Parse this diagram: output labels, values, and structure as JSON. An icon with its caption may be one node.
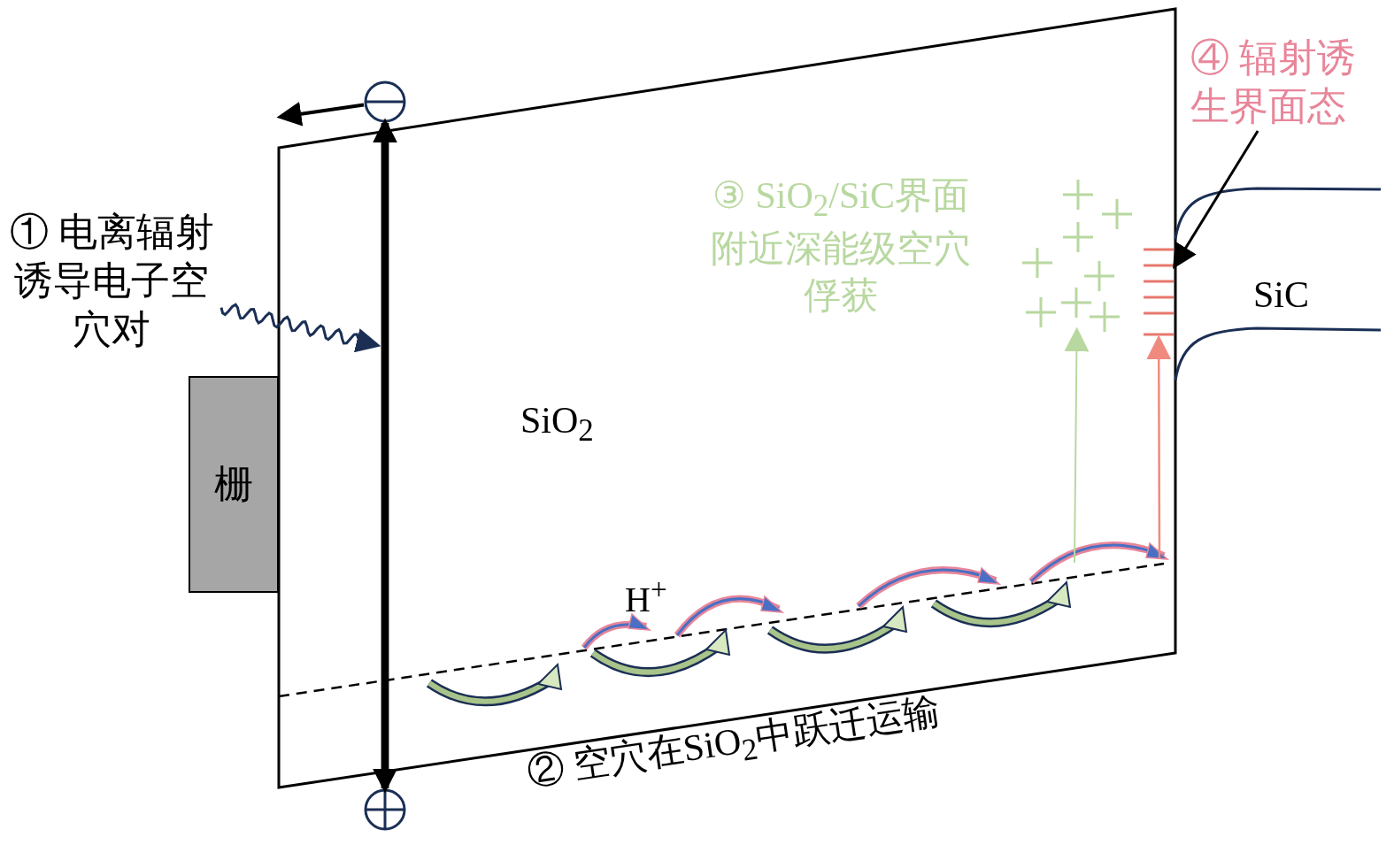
{
  "diagram": {
    "nodes": [
      {
        "text": [
          "① 电离辐射诱导电子空穴对"
        ]
      },
      {
        "text": [
          "栅"
        ]
      },
      {
        "text": [],
        "shape": "circle"
      },
      {
        "text": [],
        "shape": "circle"
      },
      {
        "text": [
          "③ SiO$_{2}$/SiC界面附近深能级空穴俘获"
        ]
      },
      {
        "text": [],
        "shape": "picture"
      },
      {
        "text": [],
        "shape": "picture"
      },
      {
        "text": [
          "④ 辐射诱生界面态"
        ]
      }
    ],
    "edges": [
      {
        "from": 0,
        "to": null,
        "arrow": "to",
        "color": "#1b2f55"
      },
      {
        "from": 2,
        "to": null,
        "arrow": "to"
      },
      {
        "from": 2,
        "to": 3,
        "arrow": "both",
        "style": "thick"
      },
      {
        "from": null,
        "to": 5,
        "arrow": "to",
        "color": "#b8d8a0"
      },
      {
        "from": null,
        "to": 6,
        "arrow": "to",
        "color": "#f08a7e"
      },
      {
        "from": 7,
        "to": 6,
        "arrow": "to"
      }
    ],
    "labels": [
      "SiO$_{2}$",
      "SiC",
      "H$^{+}$",
      "② 空穴在SiO$_{2}$中跃迁运输"
    ]
  }
}
